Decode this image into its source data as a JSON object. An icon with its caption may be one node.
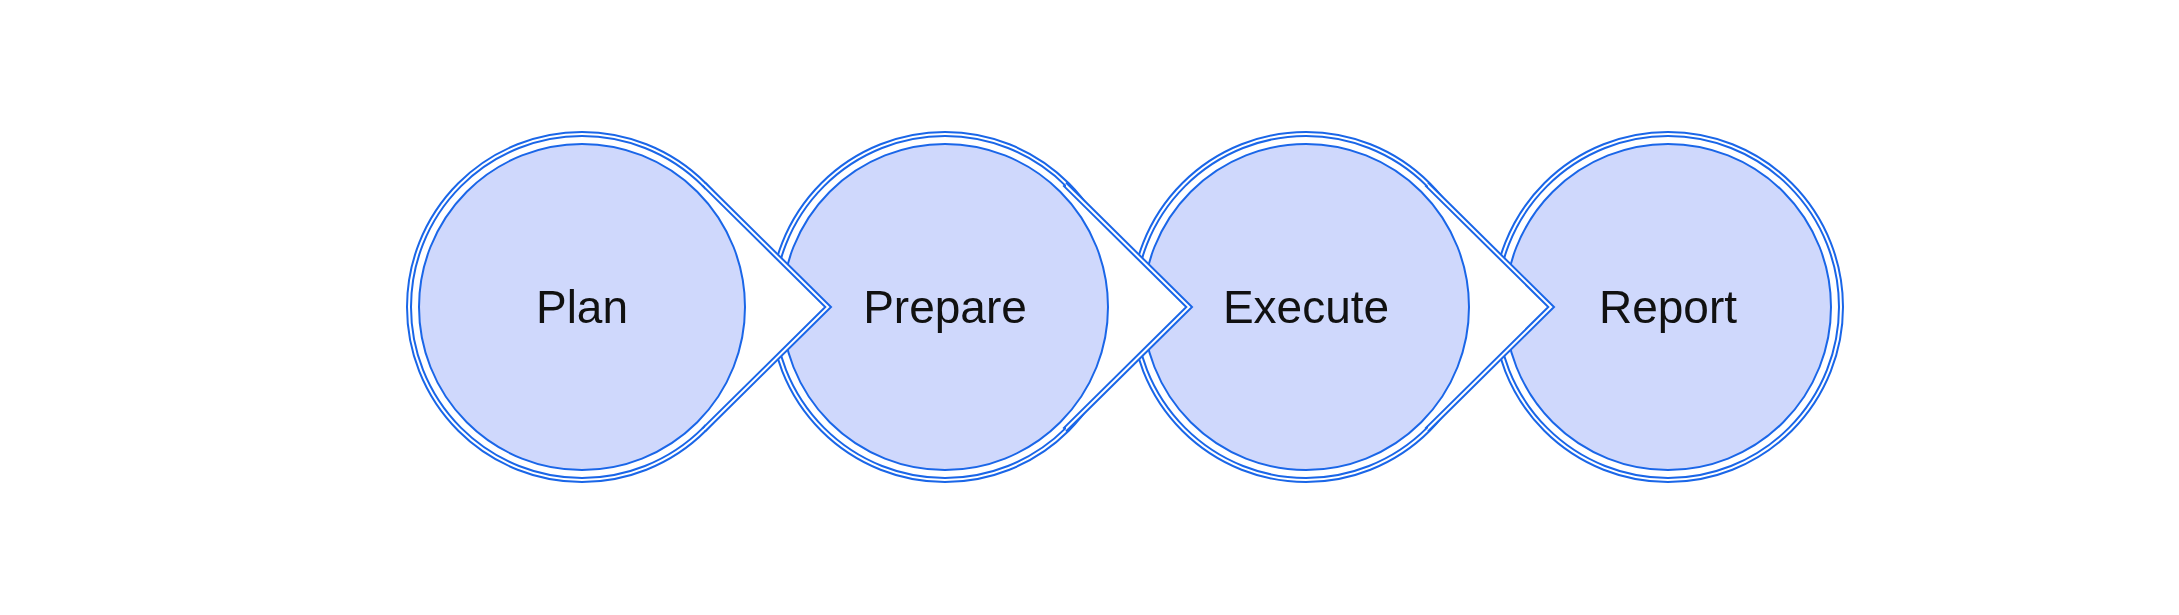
{
  "diagram": {
    "nodes": [
      {
        "text": [
          "Plan"
        ]
      },
      {
        "text": [
          "Prepare"
        ]
      },
      {
        "text": [
          "Execute"
        ]
      },
      {
        "text": [
          "Report"
        ]
      }
    ],
    "edges": [
      {
        "from": 0,
        "to": 1,
        "arrow": "to"
      },
      {
        "from": 1,
        "to": 2,
        "arrow": "to"
      },
      {
        "from": 2,
        "to": 3,
        "arrow": "to"
      }
    ]
  }
}
